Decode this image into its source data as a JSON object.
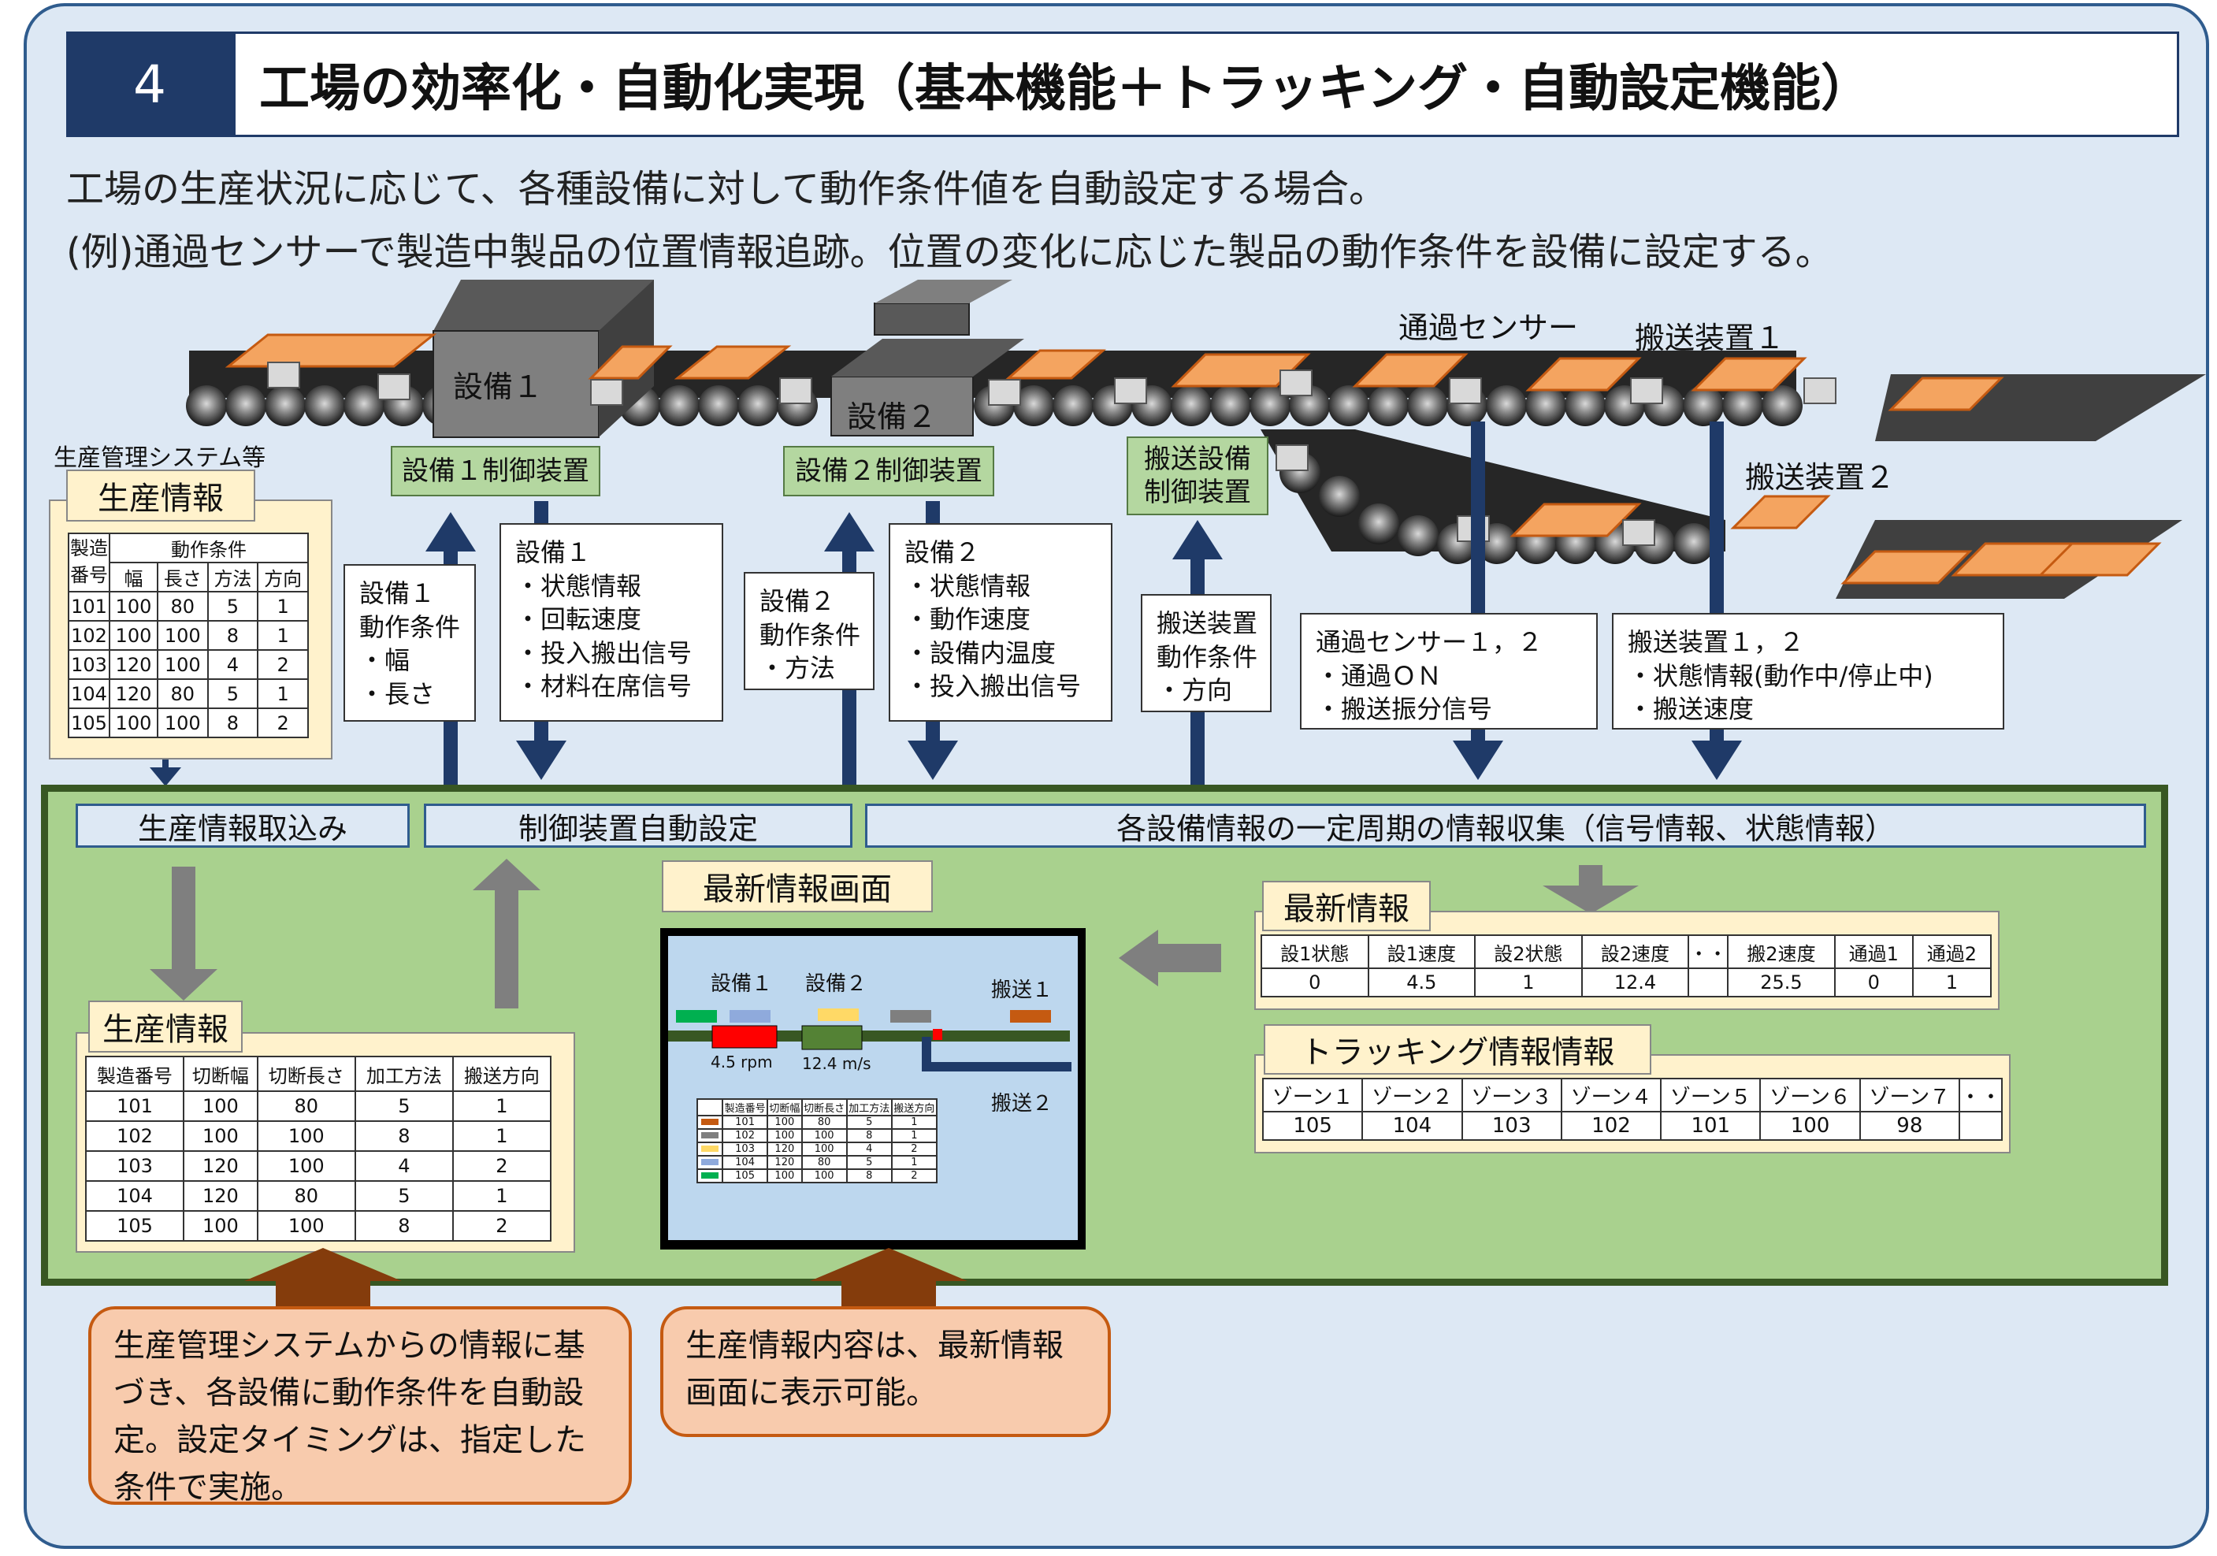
{
  "header": {
    "number": "4",
    "title": "工場の効率化・自動化実現（基本機能＋トラッキング・自動設定機能）"
  },
  "intro": {
    "line1": "工場の生産状況に応じて、各種設備に対して動作条件値を自動設定する場合。",
    "line2": "(例)通過センサーで製造中製品の位置情報追跡。位置の変化に応じた製品の動作条件を設備に設定する。"
  },
  "plant": {
    "equip1": "設備１",
    "equip2": "設備２",
    "sensor": "通過センサー",
    "conveyor1": "搬送装置１",
    "conveyor2": "搬送装置２"
  },
  "controllers": {
    "c1": "設備１制御装置",
    "c2": "設備２制御装置",
    "c3_line1": "搬送設備",
    "c3_line2": "制御装置"
  },
  "prod_mgmt": {
    "system_label": "生産管理システム等",
    "title": "生産情報",
    "headers": {
      "serial_1": "製造",
      "serial_2": "番号",
      "cond": "動作条件",
      "width": "幅",
      "length": "長さ",
      "method": "方法",
      "direction": "方向"
    },
    "rows": [
      [
        "101",
        "100",
        "80",
        "5",
        "1"
      ],
      [
        "102",
        "100",
        "100",
        "8",
        "1"
      ],
      [
        "103",
        "120",
        "100",
        "4",
        "2"
      ],
      [
        "104",
        "120",
        "80",
        "5",
        "1"
      ],
      [
        "105",
        "100",
        "100",
        "8",
        "2"
      ]
    ]
  },
  "info_boxes": {
    "eq1_cond": [
      "設備１",
      "動作条件",
      "・幅",
      "・長さ"
    ],
    "eq1_status": [
      "設備１",
      "・状態情報",
      "・回転速度",
      "・投入搬出信号",
      "・材料在席信号"
    ],
    "eq2_cond": [
      "設備２",
      "動作条件",
      "・方法"
    ],
    "eq2_status": [
      "設備２",
      "・状態情報",
      "・動作速度",
      "・設備内温度",
      "・投入搬出信号"
    ],
    "conv_cond": [
      "搬送装置",
      "動作条件",
      "・方向"
    ],
    "sensor_info": [
      "通過センサー１，２",
      "・通過ＯＮ",
      "・搬送振分信号"
    ],
    "conv_status": [
      "搬送装置１，２",
      "・状態情報(動作中/停止中)",
      "・搬送速度"
    ]
  },
  "system": {
    "bar1": "生産情報取込み",
    "bar2": "制御装置自動設定",
    "bar3": "各設備情報の一定周期の情報収集（信号情報、状態情報）",
    "latest_screen_title": "最新情報画面",
    "latest_title": "最新情報",
    "latest_headers": [
      "設1状態",
      "設1速度",
      "設2状態",
      "設2速度",
      "・・",
      "搬2速度",
      "通過1",
      "通過2"
    ],
    "latest_values": [
      "0",
      "4.5",
      "1",
      "12.4",
      "",
      "25.5",
      "0",
      "1"
    ],
    "tracking_title": "トラッキング情報情報",
    "tracking_headers": [
      "ゾーン１",
      "ゾーン２",
      "ゾーン３",
      "ゾーン４",
      "ゾーン５",
      "ゾーン６",
      "ゾーン７",
      "・・"
    ],
    "tracking_values": [
      "105",
      "104",
      "103",
      "102",
      "101",
      "100",
      "98",
      ""
    ],
    "prod_title": "生産情報",
    "prod_headers": [
      "製造番号",
      "切断幅",
      "切断長さ",
      "加工方法",
      "搬送方向"
    ],
    "prod_rows": [
      [
        "101",
        "100",
        "80",
        "5",
        "1"
      ],
      [
        "102",
        "100",
        "100",
        "8",
        "1"
      ],
      [
        "103",
        "120",
        "100",
        "4",
        "2"
      ],
      [
        "104",
        "120",
        "80",
        "5",
        "1"
      ],
      [
        "105",
        "100",
        "100",
        "8",
        "2"
      ]
    ]
  },
  "screen": {
    "eq1": "設備１",
    "eq2": "設備２",
    "conv1": "搬送１",
    "conv2": "搬送２",
    "speed1": "4.5 rpm",
    "speed2": "12.4 m/s",
    "table_headers": [
      "製造番号",
      "切断幅",
      "切断長さ",
      "加工方法",
      "搬送方向"
    ],
    "colors": [
      "#c55a11",
      "#7f7f7f",
      "#ffd966",
      "#8faadc",
      "#00b050"
    ]
  },
  "callouts": {
    "left": "生産管理システムからの情報に基づき、各設備に動作条件を自動設定。設定タイミングは、指定した条件で実施。",
    "right": "生産情報内容は、最新情報画面に表示可能。"
  }
}
